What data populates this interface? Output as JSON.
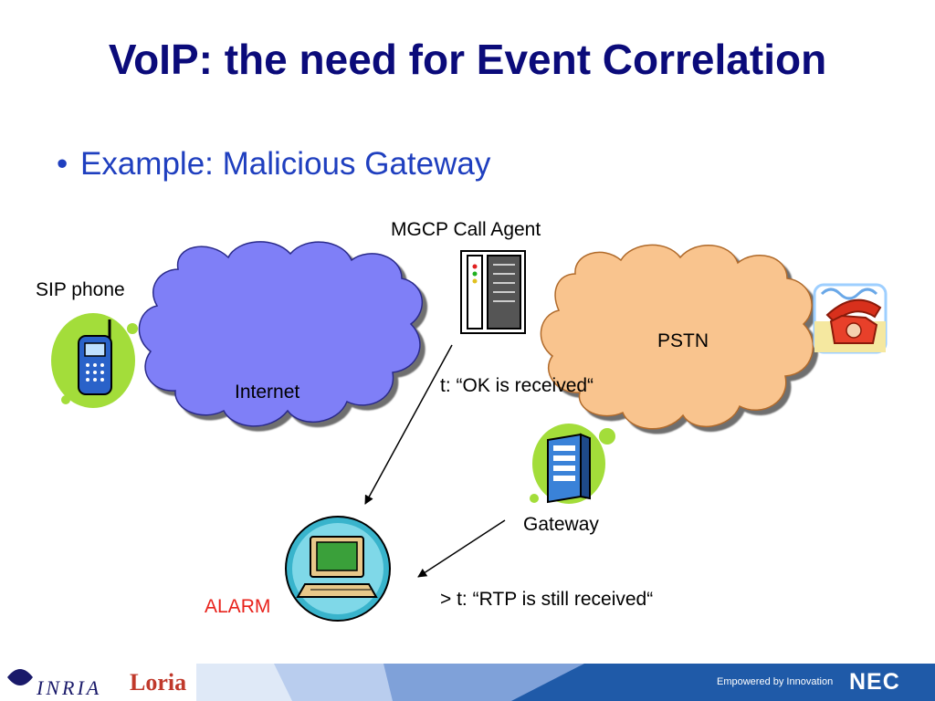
{
  "slide": {
    "title": "VoIP: the need for Event Correlation",
    "bullet": "Example: Malicious Gateway"
  },
  "nodes": {
    "mgcp": "MGCP Call Agent",
    "sip_phone": "SIP phone",
    "internet": "Internet",
    "pstn": "PSTN",
    "gateway": "Gateway",
    "alarm": "ALARM"
  },
  "events": {
    "ok_received": "t: “OK is received“",
    "rtp_received": "> t: “RTP is still received“"
  },
  "footer": {
    "tagline": "Empowered by Innovation",
    "nec": "NEC",
    "inria": "INRIA",
    "loria": "Loria"
  },
  "colors": {
    "title": "#0b0b7a",
    "bullet": "#1f3fbf",
    "internet_cloud": "#7f7ff7",
    "pstn_cloud": "#f9c48e",
    "green_blob": "#a3dd3a",
    "alarm": "#e8221b",
    "footer_blue": "#1f5aa8"
  }
}
